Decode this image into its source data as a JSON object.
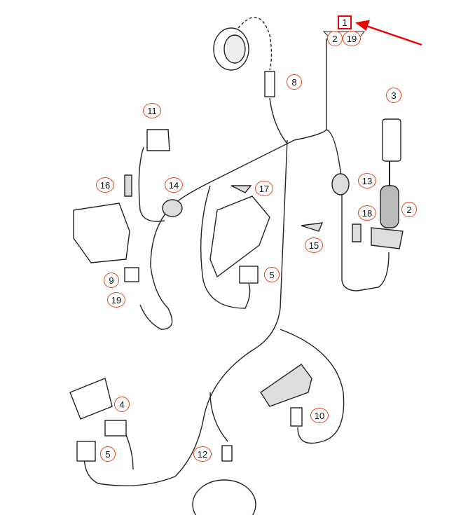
{
  "diagram": {
    "main_part": "1",
    "callouts": [
      "2",
      "19",
      "8",
      "11",
      "3",
      "16",
      "14",
      "17",
      "13",
      "2",
      "18",
      "15",
      "9",
      "5",
      "19",
      "4",
      "10",
      "5",
      "12"
    ],
    "highlight_color": "#e00000",
    "callout_color": "#e0461a"
  }
}
